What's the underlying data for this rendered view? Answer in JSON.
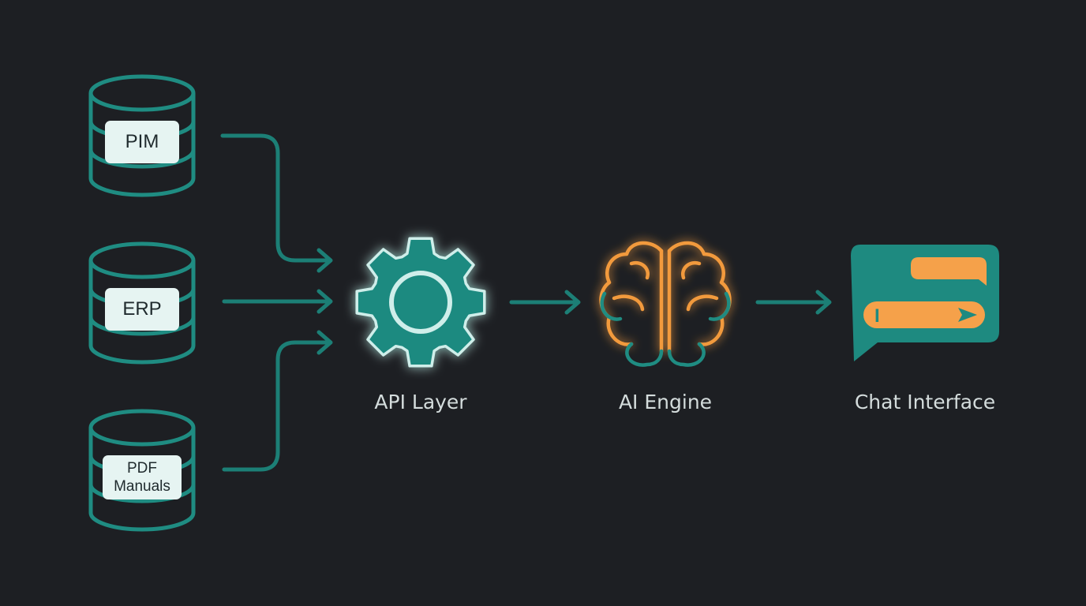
{
  "sources": [
    {
      "lines": [
        "PIM"
      ]
    },
    {
      "lines": [
        "ERP"
      ]
    },
    {
      "lines": [
        "PDF",
        "Manuals"
      ]
    }
  ],
  "api": {
    "label": "API Layer",
    "icon": "gear-icon"
  },
  "ai": {
    "label": "AI Engine",
    "icon": "brain-icon"
  },
  "chat": {
    "label": "Chat Interface",
    "icon": "chat-window-icon",
    "cursor": "I"
  },
  "colors": {
    "background": "#1d1f23",
    "teal": "#1f8c82",
    "orange": "#f5a14a",
    "label_bg": "#e6f4f2",
    "text": "#d4dcdc"
  }
}
